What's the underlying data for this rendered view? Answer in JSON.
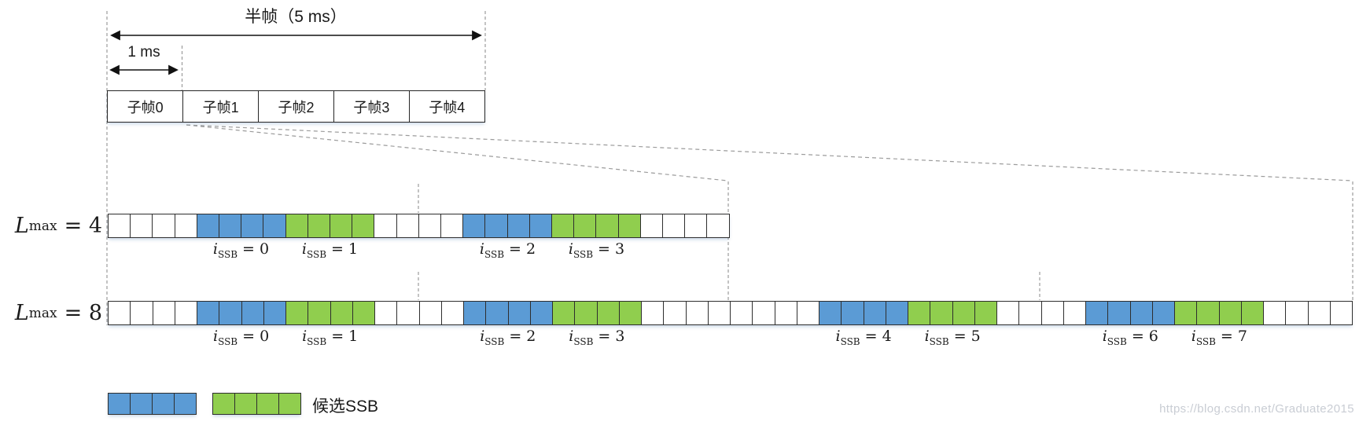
{
  "halfframe": {
    "label": "半帧（5 ms）"
  },
  "one_ms": {
    "label": "1 ms"
  },
  "subframes": [
    {
      "label": "子帧0"
    },
    {
      "label": "子帧1"
    },
    {
      "label": "子帧2"
    },
    {
      "label": "子帧3"
    },
    {
      "label": "子帧4"
    }
  ],
  "colors": {
    "ssb_blue": "#5B9BD5",
    "ssb_green": "#90CE4E",
    "white": "#ffffff"
  },
  "rows": [
    {
      "label": {
        "base": "L",
        "sub": "max",
        "rhs": "= 4"
      },
      "total_cells": 28,
      "groups": [
        {
          "color": "white",
          "count": 4
        },
        {
          "color": "blue",
          "count": 4
        },
        {
          "color": "green",
          "count": 4
        },
        {
          "color": "white",
          "count": 4
        },
        {
          "color": "blue",
          "count": 4
        },
        {
          "color": "green",
          "count": 4
        },
        {
          "color": "white",
          "count": 4
        }
      ],
      "ssb_labels": [
        {
          "base": "i",
          "sub": "SSB",
          "rhs": "= 0",
          "from_cell": 4,
          "to_cell": 8
        },
        {
          "base": "i",
          "sub": "SSB",
          "rhs": "= 1",
          "from_cell": 8,
          "to_cell": 12
        },
        {
          "base": "i",
          "sub": "SSB",
          "rhs": "= 2",
          "from_cell": 16,
          "to_cell": 20
        },
        {
          "base": "i",
          "sub": "SSB",
          "rhs": "= 3",
          "from_cell": 20,
          "to_cell": 24
        }
      ]
    },
    {
      "label": {
        "base": "L",
        "sub": "max",
        "rhs": "= 8"
      },
      "total_cells": 56,
      "groups": [
        {
          "color": "white",
          "count": 4
        },
        {
          "color": "blue",
          "count": 4
        },
        {
          "color": "green",
          "count": 4
        },
        {
          "color": "white",
          "count": 4
        },
        {
          "color": "blue",
          "count": 4
        },
        {
          "color": "green",
          "count": 4
        },
        {
          "color": "white",
          "count": 8
        },
        {
          "color": "blue",
          "count": 4
        },
        {
          "color": "green",
          "count": 4
        },
        {
          "color": "white",
          "count": 4
        },
        {
          "color": "blue",
          "count": 4
        },
        {
          "color": "green",
          "count": 4
        },
        {
          "color": "white",
          "count": 4
        }
      ],
      "ssb_labels": [
        {
          "base": "i",
          "sub": "SSB",
          "rhs": "= 0",
          "from_cell": 4,
          "to_cell": 8
        },
        {
          "base": "i",
          "sub": "SSB",
          "rhs": "= 1",
          "from_cell": 8,
          "to_cell": 12
        },
        {
          "base": "i",
          "sub": "SSB",
          "rhs": "= 2",
          "from_cell": 16,
          "to_cell": 20
        },
        {
          "base": "i",
          "sub": "SSB",
          "rhs": "= 3",
          "from_cell": 20,
          "to_cell": 24
        },
        {
          "base": "i",
          "sub": "SSB",
          "rhs": "= 4",
          "from_cell": 32,
          "to_cell": 36
        },
        {
          "base": "i",
          "sub": "SSB",
          "rhs": "= 5",
          "from_cell": 36,
          "to_cell": 40
        },
        {
          "base": "i",
          "sub": "SSB",
          "rhs": "= 6",
          "from_cell": 44,
          "to_cell": 48
        },
        {
          "base": "i",
          "sub": "SSB",
          "rhs": "= 7",
          "from_cell": 48,
          "to_cell": 52
        }
      ]
    }
  ],
  "legend": {
    "label": "候选SSB",
    "blocks": [
      {
        "color": "blue",
        "cells": 4
      },
      {
        "color": "green",
        "cells": 4
      }
    ]
  },
  "watermark": {
    "text": "https://blog.csdn.net/Graduate2015"
  }
}
